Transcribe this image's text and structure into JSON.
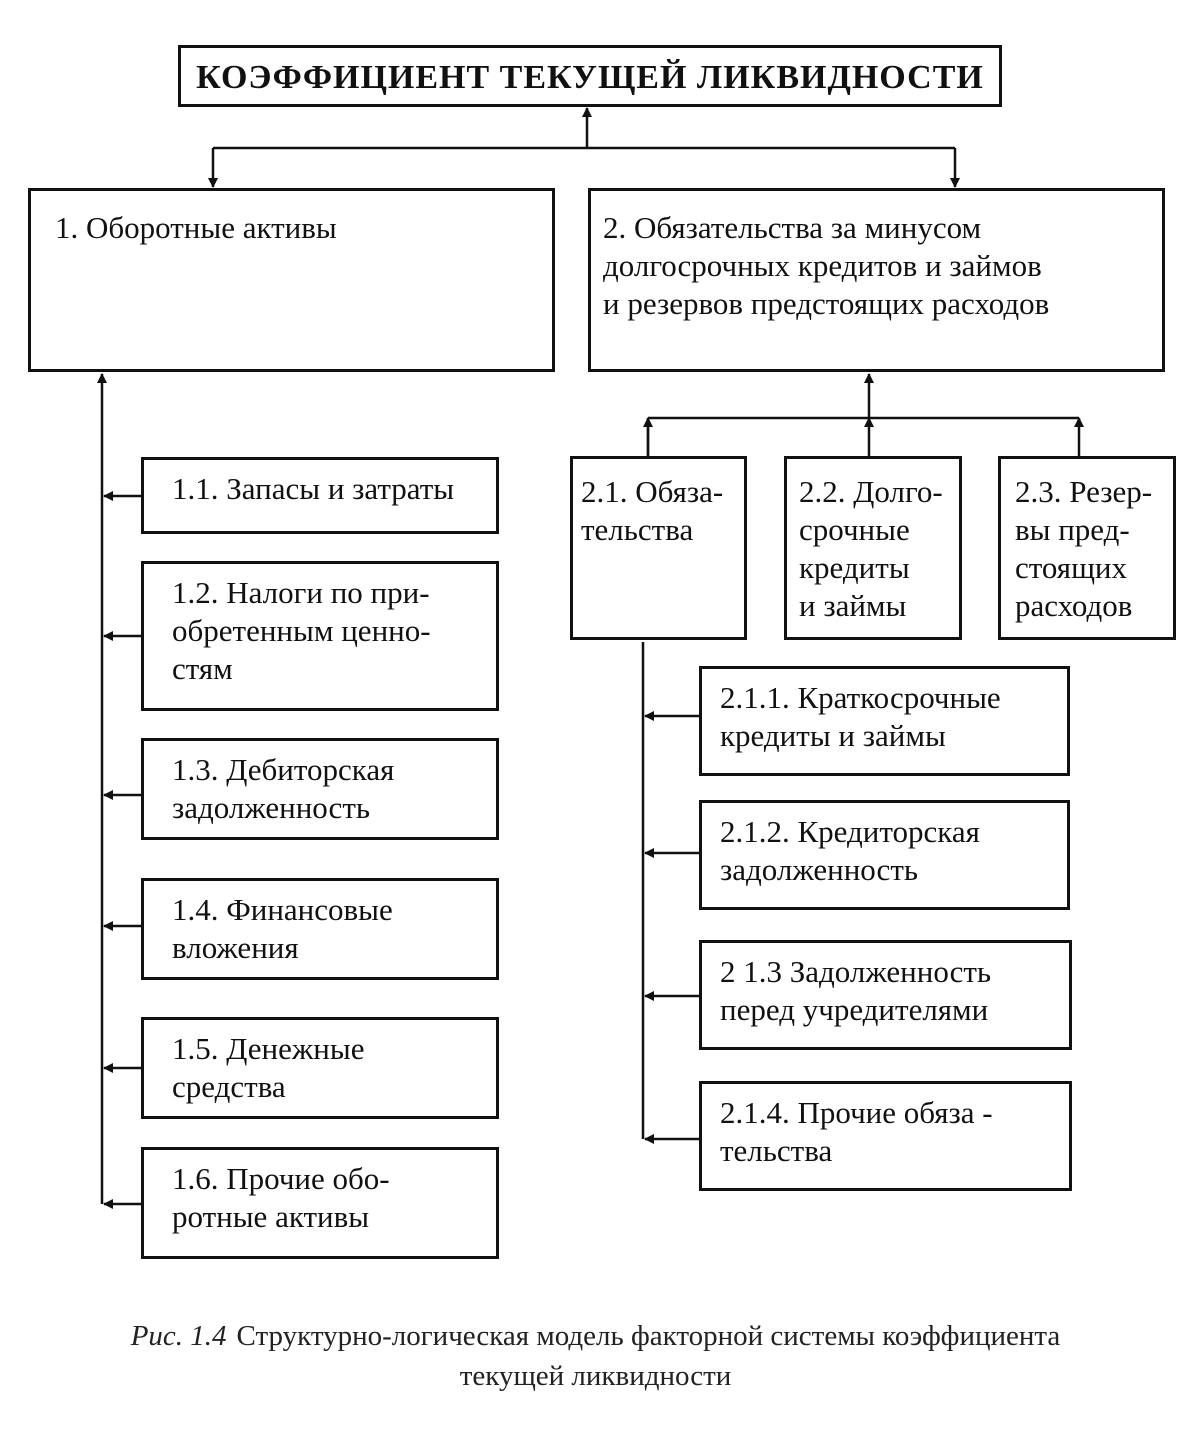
{
  "title": "КОЭФФИЦИЕНТ ТЕКУЩЕЙ ЛИКВИДНОСТИ",
  "node1": {
    "lines": [
      "1. Оборотные активы"
    ]
  },
  "node2": {
    "lines": [
      "2.  Обязательства за минусом",
      "долгосрочных кредитов и займов",
      "и резервов предстоящих расходов"
    ]
  },
  "node1_children": [
    {
      "lines": [
        "1.1. Запасы и затраты"
      ]
    },
    {
      "lines": [
        "1.2. Налоги по при-",
        "обретенным ценно-",
        "стям"
      ]
    },
    {
      "lines": [
        "1.3. Дебиторская",
        "задолженность"
      ]
    },
    {
      "lines": [
        "1.4. Финансовые",
        "вложения"
      ]
    },
    {
      "lines": [
        "1.5. Денежные",
        "средства"
      ]
    },
    {
      "lines": [
        "1.6. Прочие обо-",
        "ротные активы"
      ]
    }
  ],
  "node2_children": [
    {
      "lines": [
        "2.1. Обяза-",
        "тельства"
      ]
    },
    {
      "lines": [
        "2.2. Долго-",
        "срочные",
        "кредиты",
        "и займы"
      ]
    },
    {
      "lines": [
        "2.3. Резер-",
        "вы пред-",
        "стоящих",
        "расходов"
      ]
    }
  ],
  "node21_children": [
    {
      "lines": [
        "2.1.1. Краткосрочные",
        "кредиты и займы"
      ]
    },
    {
      "lines": [
        "2.1.2. Кредиторская",
        "задолженность"
      ]
    },
    {
      "lines": [
        "2 1.3  Задолженность",
        "перед учредителями"
      ]
    },
    {
      "lines": [
        "2.1.4. Прочие обяза -",
        "тельства"
      ]
    }
  ],
  "caption": {
    "figure_label": "Рис. 1.4",
    "line1": "Структурно-логическая модель факторной системы коэффициента",
    "line2": "текущей ликвидности"
  },
  "colors": {
    "ink": "#111111",
    "background": "#ffffff"
  }
}
